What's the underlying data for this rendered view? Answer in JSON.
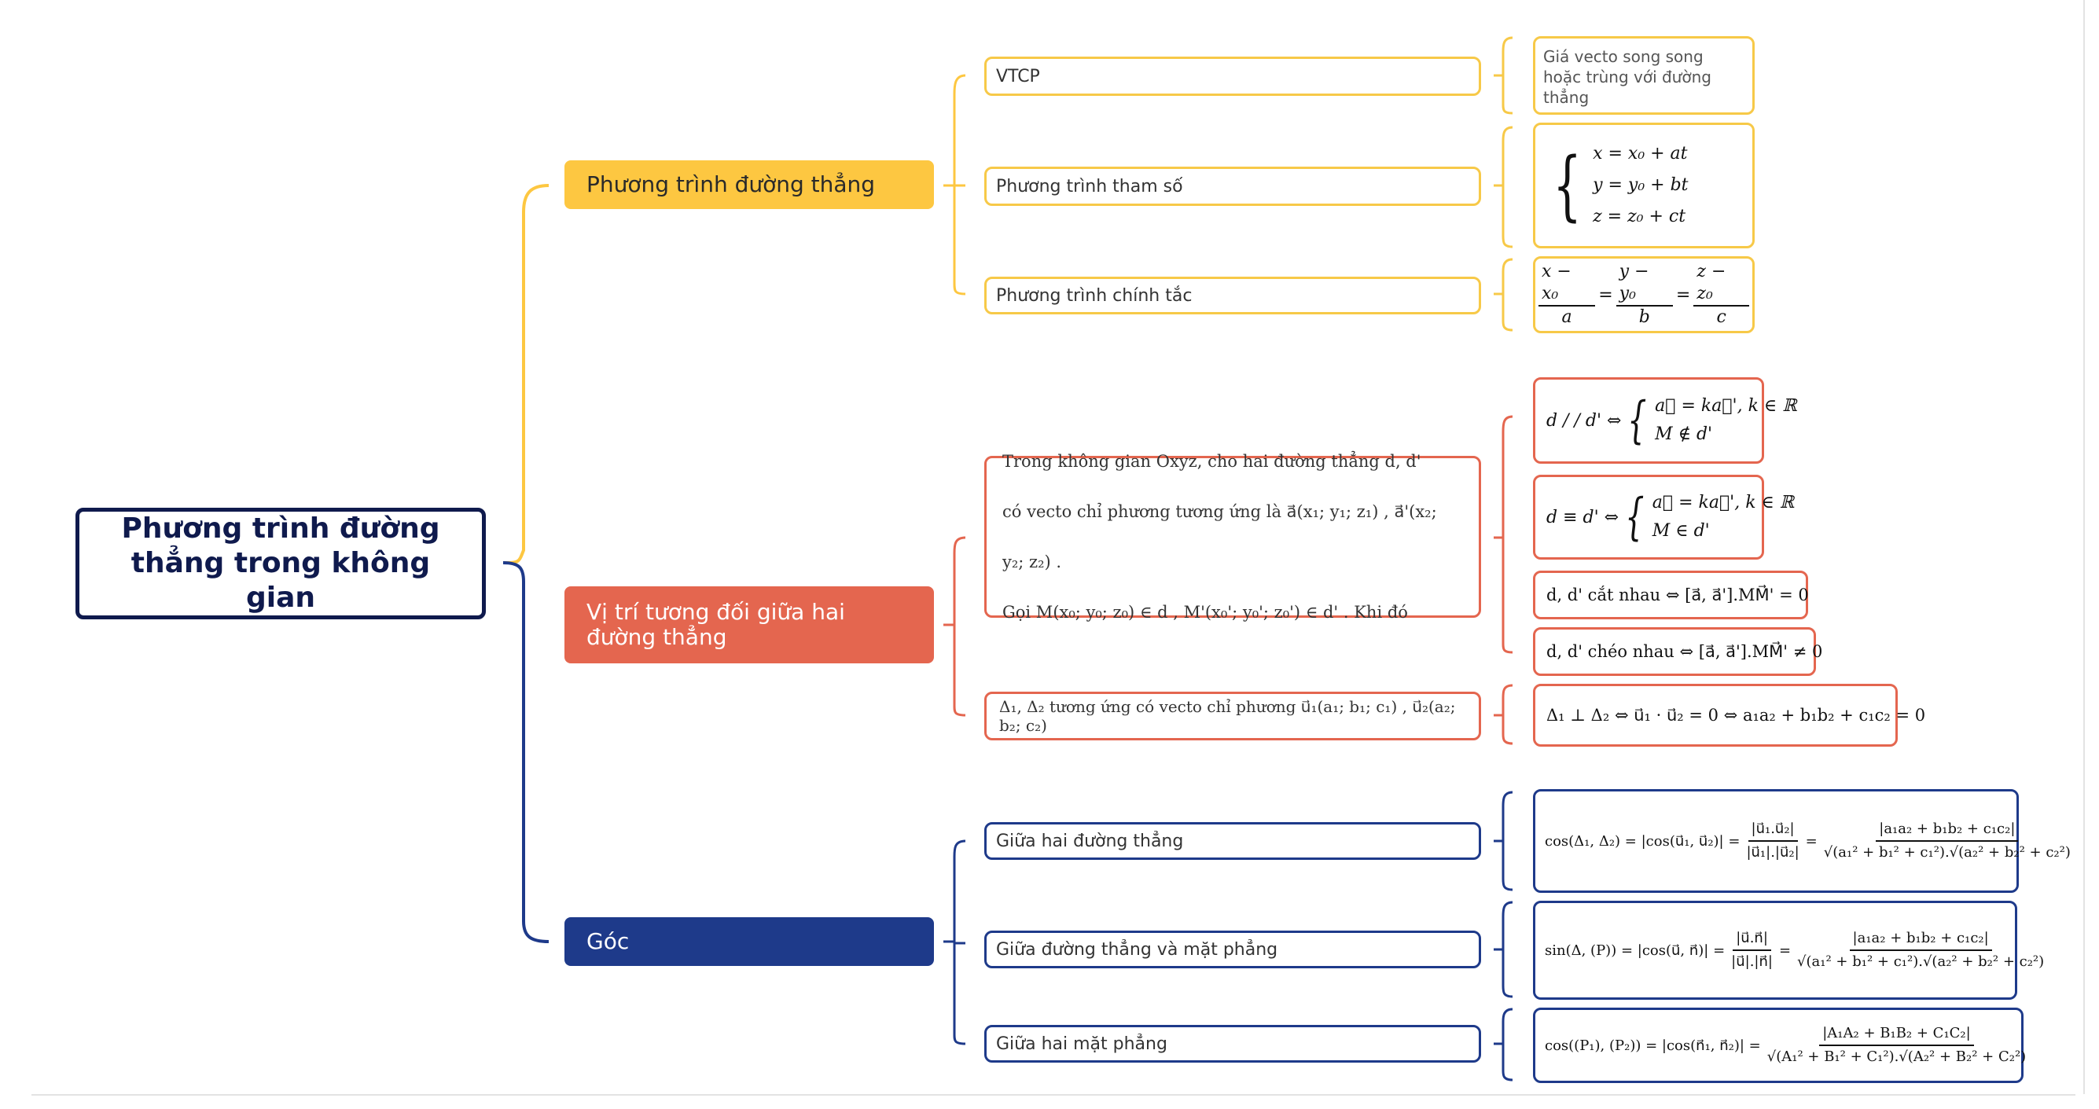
{
  "root": {
    "title": "Phương trình đường thẳng trong không gian"
  },
  "branches": {
    "line_equation": "Phương trình đường thẳng",
    "relative_position": "Vị trí tương đối giữa hai đường thẳng",
    "angle": "Góc"
  },
  "leaves": {
    "vtcp": "VTCP",
    "parametric": "Phương trình tham số",
    "canonical": "Phương trình chính tắc",
    "two_lines_intro_1": "Trong không gian Oxyz, cho hai đường thẳng  d, d'",
    "two_lines_intro_2": "có vecto chỉ phương tương ứng là  a⃗(x₁; y₁; z₁) ,  a⃗'(x₂; y₂; z₂) .",
    "two_lines_intro_3": "Gọi  M(x₀; y₀; z₀) ∈ d ,  M'(x₀'; y₀'; z₀') ∈ d' . Khi đó",
    "perp_intro": "Δ₁, Δ₂  tương ứng có vecto chỉ phương  u⃗₁(a₁; b₁; c₁) ,  u⃗₂(a₂; b₂; c₂)",
    "angle_two_lines": "Giữa hai đường thẳng",
    "angle_line_plane": "Giữa đường thẳng và mặt phẳng",
    "angle_two_planes": "Giữa hai mặt phẳng"
  },
  "details": {
    "vtcp_desc": "Giá vecto song song hoặc trùng với đường thẳng",
    "param_x": "x = x₀ + at",
    "param_y": "y = y₀ + bt",
    "param_z": "z = z₀ + ct",
    "canon_num_1": "x − x₀",
    "canon_den_1": "a",
    "canon_num_2": "y − y₀",
    "canon_den_2": "b",
    "canon_num_3": "z − z₀",
    "canon_den_3": "c",
    "parallel_lhs": "d / / d' ⇔",
    "parallel_1": "a⃗ = ka⃗', k ∈ ℝ",
    "parallel_2": "M ∉ d'",
    "coincide_lhs": "d ≡ d' ⇔",
    "coincide_1": "a⃗ = ka⃗', k ∈ ℝ",
    "coincide_2": "M ∈ d'",
    "intersect": "d, d'  cắt nhau  ⇔ [a⃗, a⃗'].MM⃗' = 0",
    "skew": "d, d'  chéo nhau  ⇔ [a⃗, a⃗'].MM⃗' ≠ 0",
    "perp": "Δ₁ ⊥ Δ₂ ⇔ u⃗₁ · u⃗₂ = 0 ⇔ a₁a₂ + b₁b₂ + c₁c₂ = 0",
    "cos_lines_lhs": "cos(Δ₁, Δ₂) = |cos(u⃗₁, u⃗₂)| =",
    "cos_lines_f1_num": "|u⃗₁.u⃗₂|",
    "cos_lines_f1_den": "|u⃗₁|.|u⃗₂|",
    "cos_lines_f2_num": "|a₁a₂ + b₁b₂ + c₁c₂|",
    "cos_lines_f2_den": "√(a₁² + b₁² + c₁²).√(a₂² + b₂² + c₂²)",
    "sin_lp_lhs": "sin(Δ, (P)) = |cos(u⃗, n⃗)| =",
    "sin_lp_f1_num": "|u⃗.n⃗|",
    "sin_lp_f1_den": "|u⃗|.|n⃗|",
    "sin_lp_f2_num": "|a₁a₂ + b₁b₂ + c₁c₂|",
    "sin_lp_f2_den": "√(a₁² + b₁² + c₁²).√(a₂² + b₂² + c₂²)",
    "cos_planes_lhs": "cos((P₁), (P₂)) = |cos(n⃗₁, n⃗₂)| =",
    "cos_planes_num": "|A₁A₂ + B₁B₂ + C₁C₂|",
    "cos_planes_den": "√(A₁² + B₁² + C₁²).√(A₂² + B₂² + C₂²)"
  },
  "colors": {
    "yellow": "#fdc741",
    "red": "#e4664f",
    "navy": "#1e3a8a",
    "dark": "#0f1a4d"
  }
}
